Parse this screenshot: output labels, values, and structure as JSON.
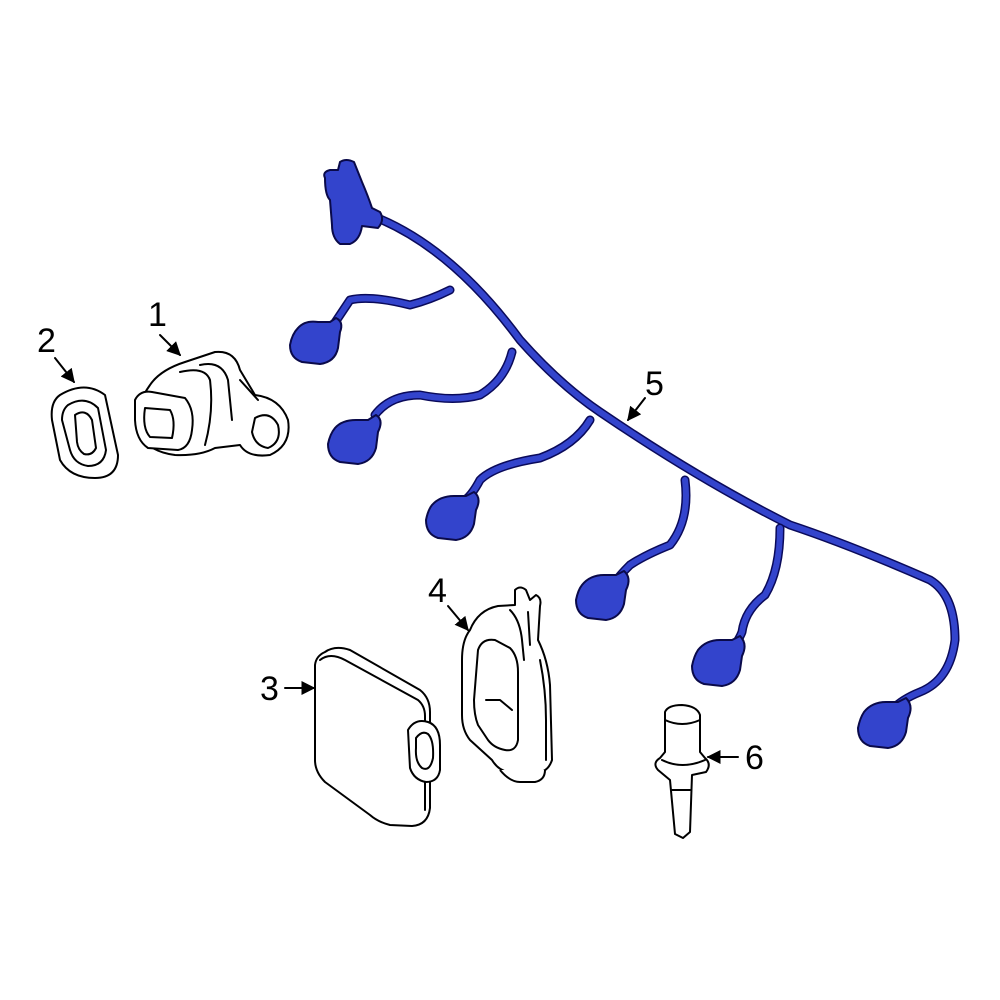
{
  "colors": {
    "harness": "#3344cc",
    "outline": "#000000",
    "background": "#ffffff"
  },
  "callouts": {
    "part1": "1",
    "part2": "2",
    "part3": "3",
    "part4": "4",
    "part5": "5",
    "part6": "6"
  }
}
